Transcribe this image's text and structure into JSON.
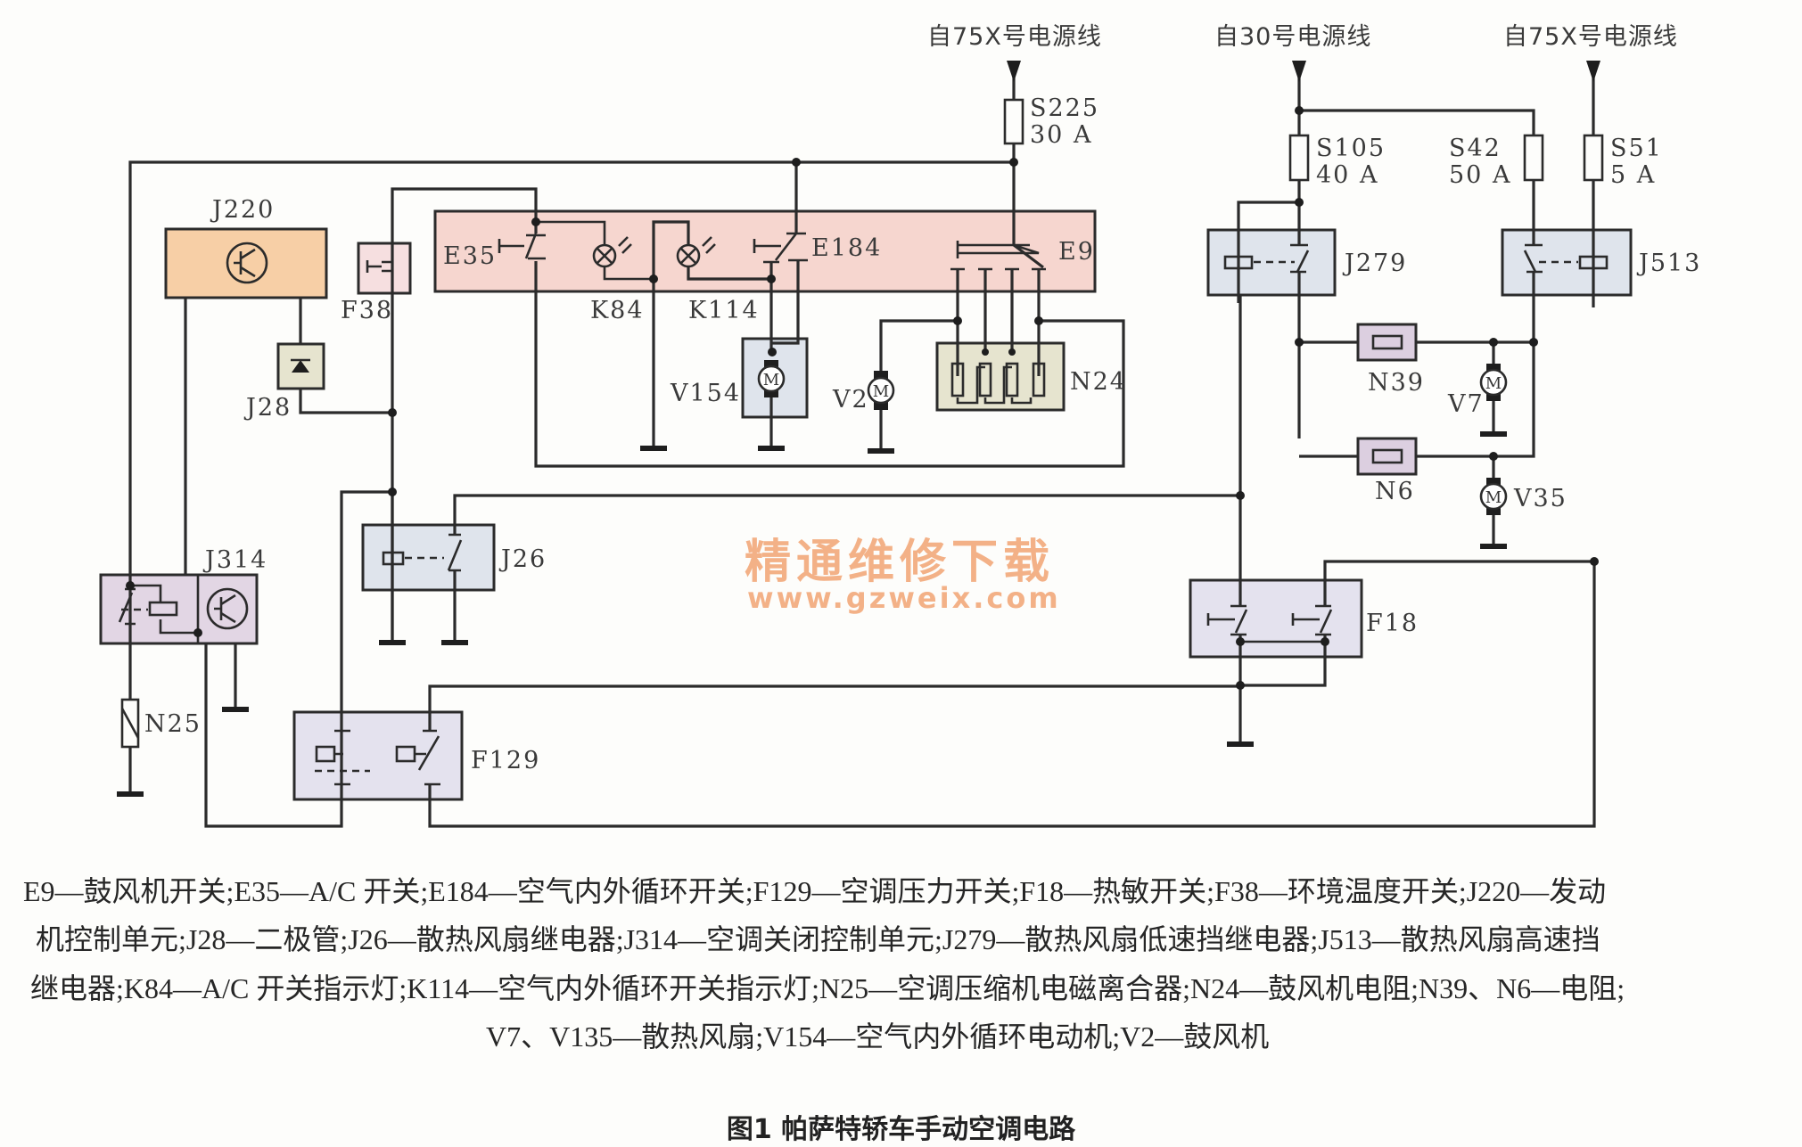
{
  "diagram": {
    "title": "图1  帕萨特轿车手动空调电路",
    "power_sources": [
      {
        "label": "自75X号电源线"
      },
      {
        "label": "自30号电源线"
      },
      {
        "label": "自75X号电源线"
      }
    ],
    "fuses": [
      {
        "id": "S225",
        "rating": "30 A"
      },
      {
        "id": "S105",
        "rating": "40 A"
      },
      {
        "id": "S42",
        "rating": "50 A"
      },
      {
        "id": "S51",
        "rating": "5 A"
      }
    ],
    "components": {
      "J220": "J220",
      "F38": "F38",
      "E35": "E35",
      "K84": "K84",
      "K114": "K114",
      "E184": "E184",
      "E9": "E9",
      "J28": "J28",
      "V154": "V154",
      "V2": "V2",
      "N24": "N24",
      "J279": "J279",
      "J513": "J513",
      "N39": "N39",
      "N6": "N6",
      "V7": "V7",
      "V35": "V35",
      "J314": "J314",
      "J26": "J26",
      "N25": "N25",
      "F129": "F129",
      "F18": "F18"
    },
    "colors": {
      "ecu": "#f7cfa6",
      "switch_panel": "#f6d6cf",
      "relay": "#dfe4ec",
      "resistor": "#dccfe0",
      "control_unit": "#e2d6e4",
      "diode": "#e6e4cf",
      "watermark": "#f3b187"
    },
    "watermark": {
      "line1": "精通维修下载",
      "line2": "www.gzweix.com"
    }
  },
  "legend": {
    "lines": [
      "E9—鼓风机开关;E35—A/C 开关;E184—空气内外循环开关;F129—空调压力开关;F18—热敏开关;F38—环境温度开关;J220—发动",
      "机控制单元;J28—二极管;J26—散热风扇继电器;J314—空调关闭控制单元;J279—散热风扇低速挡继电器;J513—散热风扇高速挡",
      "继电器;K84—A/C 开关指示灯;K114—空气内外循环开关指示灯;N25—空调压缩机电磁离合器;N24—鼓风机电阻;N39、N6—电阻;",
      "V7、V135—散热风扇;V154—空气内外循环电动机;V2—鼓风机"
    ],
    "caption": "图1   帕萨特轿车手动空调电路"
  }
}
